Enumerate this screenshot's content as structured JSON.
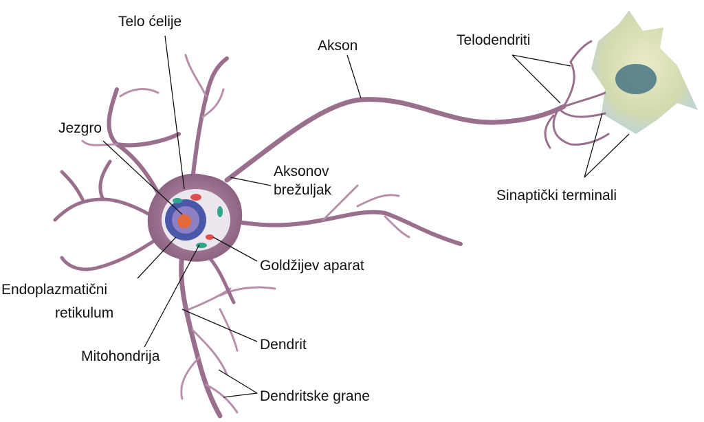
{
  "title": "Neuron",
  "labels": {
    "cell_body": "Telo ćelije",
    "axon": "Akson",
    "telodendria": "Telodendriti",
    "nucleus": "Jezgro",
    "axon_hillock_1": "Aksonov",
    "axon_hillock_2": "brežuljak",
    "synaptic_terminals": "Sinaptički terminali",
    "golgi": "Goldžijev aparat",
    "er_1": "Endoplazmatični",
    "er_2": "retikulum",
    "mitochondrion": "Mitohondrija",
    "dendrite": "Dendrit",
    "dendritic_branches": "Dendritske grane"
  },
  "colors": {
    "neuron": "#a77b9b",
    "soma_interior": "#e9e4ec",
    "nucleus": "#4b57a8",
    "nucleolus": "#e3683a",
    "target_cell": "#d9dcb0"
  }
}
